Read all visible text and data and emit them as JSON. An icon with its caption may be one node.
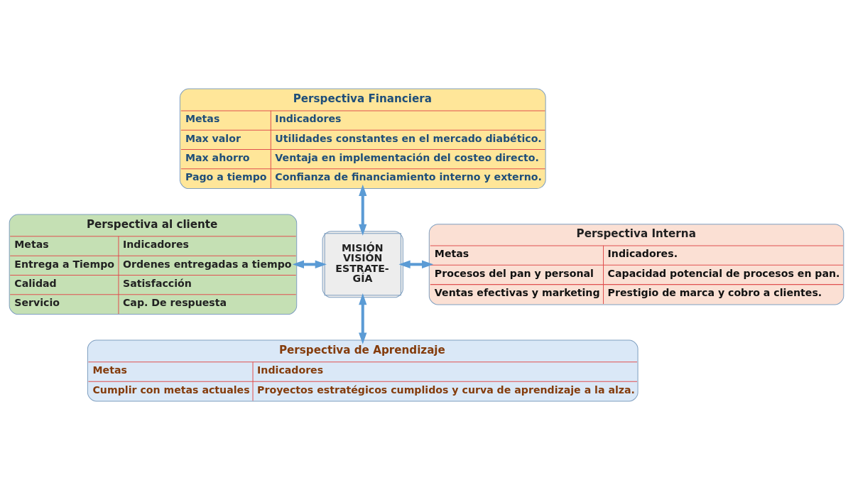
{
  "diagram": {
    "nodes": [
      {
        "text": [
          "Perspectiva Financiera",
          "Metas",
          "Indicadores",
          "Max valor",
          "Utilidades constantes en el mercado diabético.",
          "Max ahorro",
          "Ventaja en implementación del costeo directo.",
          "Pago a tiempo",
          "Confianza de financiamiento interno y externo."
        ]
      },
      {
        "text": [
          "Perspectiva al cliente",
          "Metas",
          "Indicadores",
          "Entrega a Tiempo",
          "Ordenes entregadas a tiempo",
          "Calidad",
          "Satisfacción",
          "Servicio",
          "Cap. De respuesta"
        ]
      },
      {
        "text": [
          "MISIÓN VISIÓN ESTRATE- GÍA"
        ]
      },
      {
        "text": [
          "Perspectiva Interna",
          "Metas",
          "Indicadores.",
          "Procesos del pan y personal",
          "Capacidad potencial de procesos en pan.",
          "Ventas efectivas y marketing",
          "Prestigio de marca y cobro a clientes."
        ]
      },
      {
        "text": [
          "Perspectiva de Aprendizaje",
          "Metas",
          "Indicadores",
          "Cumplir con metas actuales",
          "Proyectos estratégicos cumplidos y curva de aprendizaje a la alza."
        ]
      }
    ],
    "edges": [
      {
        "from": 0,
        "to": 2,
        "arrow": "both"
      },
      {
        "from": 1,
        "to": 2,
        "arrow": "both"
      },
      {
        "from": 2,
        "to": 3,
        "arrow": "both"
      },
      {
        "from": 2,
        "to": 4,
        "arrow": "both"
      }
    ]
  }
}
